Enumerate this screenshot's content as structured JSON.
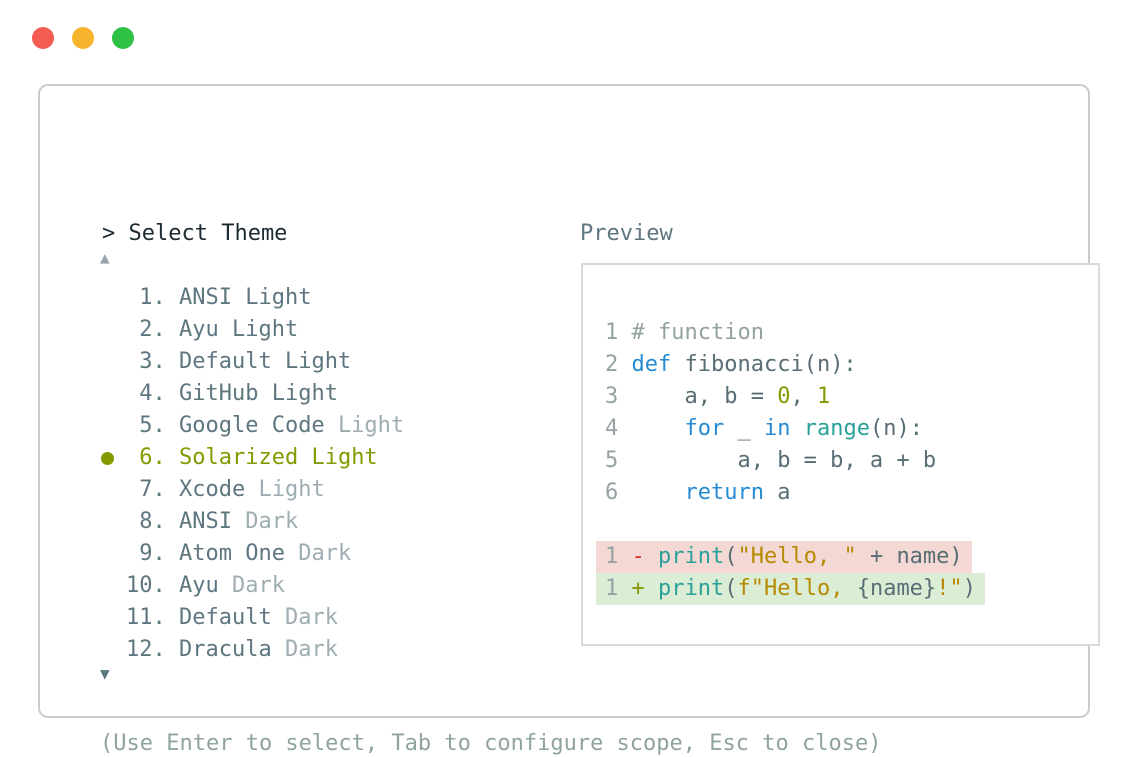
{
  "window": {
    "controls": [
      {
        "name": "close",
        "color": "#f45c51"
      },
      {
        "name": "minimize",
        "color": "#f6b42c"
      },
      {
        "name": "zoom",
        "color": "#2fc144"
      }
    ]
  },
  "picker": {
    "prompt": "> Select Theme",
    "scroll_up_indicator": "▲",
    "scroll_down_indicator": "▼",
    "items": [
      {
        "number": "1.",
        "name": "ANSI",
        "variant": "Light",
        "muted_variant": false,
        "selected": false
      },
      {
        "number": "2.",
        "name": "Ayu",
        "variant": "Light",
        "muted_variant": false,
        "selected": false
      },
      {
        "number": "3.",
        "name": "Default",
        "variant": "Light",
        "muted_variant": false,
        "selected": false
      },
      {
        "number": "4.",
        "name": "GitHub",
        "variant": "Light",
        "muted_variant": false,
        "selected": false
      },
      {
        "number": "5.",
        "name": "Google Code",
        "variant": "Light",
        "muted_variant": true,
        "selected": false
      },
      {
        "number": "6.",
        "name": "Solarized",
        "variant": "Light",
        "muted_variant": false,
        "selected": true
      },
      {
        "number": "7.",
        "name": "Xcode",
        "variant": "Light",
        "muted_variant": true,
        "selected": false
      },
      {
        "number": "8.",
        "name": "ANSI",
        "variant": "Dark",
        "muted_variant": true,
        "selected": false
      },
      {
        "number": "9.",
        "name": "Atom One",
        "variant": "Dark",
        "muted_variant": true,
        "selected": false
      },
      {
        "number": "10.",
        "name": "Ayu",
        "variant": "Dark",
        "muted_variant": true,
        "selected": false
      },
      {
        "number": "11.",
        "name": "Default",
        "variant": "Dark",
        "muted_variant": true,
        "selected": false
      },
      {
        "number": "12.",
        "name": "Dracula",
        "variant": "Dark",
        "muted_variant": true,
        "selected": false
      }
    ],
    "hint": "(Use Enter to select, Tab to configure scope, Esc to close)"
  },
  "preview": {
    "label": "Preview",
    "lines": [
      {
        "num": "1",
        "tokens": [
          [
            "# function",
            "comment"
          ]
        ]
      },
      {
        "num": "2",
        "tokens": [
          [
            "def",
            "keyword"
          ],
          [
            " fibonacci(n):",
            "plain"
          ]
        ]
      },
      {
        "num": "3",
        "tokens": [
          [
            "    a, b = ",
            "plain"
          ],
          [
            "0",
            "number"
          ],
          [
            ", ",
            "plain"
          ],
          [
            "1",
            "number"
          ]
        ]
      },
      {
        "num": "4",
        "tokens": [
          [
            "    ",
            "plain"
          ],
          [
            "for",
            "keyword"
          ],
          [
            " _ ",
            "plain"
          ],
          [
            "in",
            "keyword"
          ],
          [
            " ",
            "plain"
          ],
          [
            "range",
            "function"
          ],
          [
            "(n):",
            "plain"
          ]
        ]
      },
      {
        "num": "5",
        "tokens": [
          [
            "        a, b = b, a + b",
            "plain"
          ]
        ]
      },
      {
        "num": "6",
        "tokens": [
          [
            "    ",
            "plain"
          ],
          [
            "return",
            "keyword"
          ],
          [
            " a",
            "plain"
          ]
        ]
      },
      {
        "blank": true,
        "num": "",
        "tokens": []
      },
      {
        "num": "1",
        "diff": "removed",
        "tokens": [
          [
            "-",
            "minus"
          ],
          [
            " ",
            "plain"
          ],
          [
            "print",
            "function"
          ],
          [
            "(",
            "plain"
          ],
          [
            "\"Hello, \"",
            "string"
          ],
          [
            " + name)",
            "plain"
          ]
        ]
      },
      {
        "num": "1",
        "diff": "added",
        "tokens": [
          [
            "+",
            "plus"
          ],
          [
            " ",
            "plain"
          ],
          [
            "print",
            "function"
          ],
          [
            "(",
            "plain"
          ],
          [
            "f\"Hello, ",
            "string"
          ],
          [
            "{name}",
            "plain"
          ],
          [
            "!\"",
            "string"
          ],
          [
            ")",
            "plain"
          ]
        ]
      }
    ]
  },
  "theme_colors": {
    "selected_accent": "#859900",
    "item_text": "#5e7680",
    "item_text_muted": "#9dadb2",
    "prompt_text": "#1c2a32",
    "hint_text": "#8fa3a1",
    "line_number": "#95a1a2",
    "code_plain": "#586e75",
    "comment": "#93a1a1",
    "keyword": "#268bd2",
    "number": "#859900",
    "function": "#2aa198",
    "string": "#b58900",
    "diff_removed_text": "#dc322f",
    "diff_added_text": "#859900",
    "diff_removed_bg": "#f4d8d4",
    "diff_added_bg": "#dcedd6"
  }
}
